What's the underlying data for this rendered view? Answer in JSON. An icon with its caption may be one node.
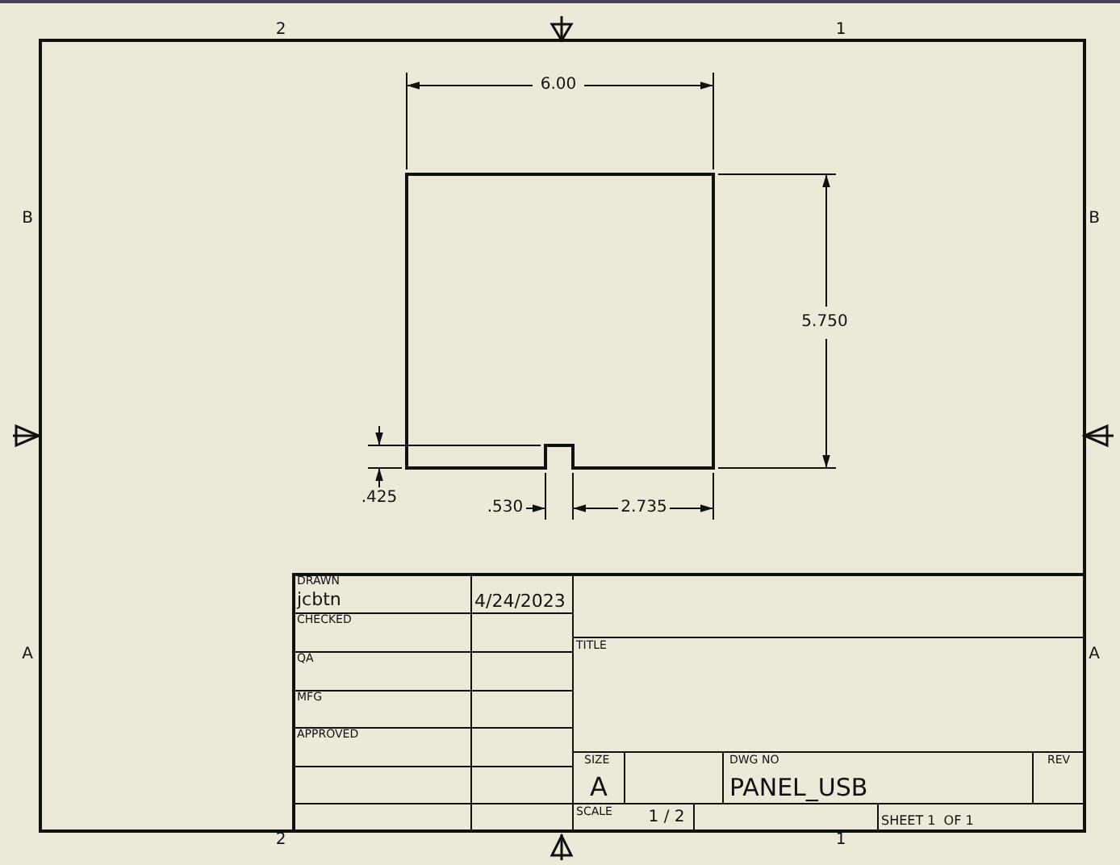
{
  "diagram": {
    "labels": [
      "2",
      "1",
      "6.00",
      "B",
      "B",
      "5.750",
      ".425",
      ".530",
      "2.735",
      "DRAWN",
      "jcbtn",
      "4/24/2023",
      "CHECKED",
      "A",
      "TITLE",
      "A",
      "QA",
      "MFG",
      "APPROVED",
      "SIZE",
      "DWG NO",
      "REV",
      "A",
      "PANEL_USB",
      "SCALE",
      "1 / 2",
      "SHEET 1  OF 1",
      "2",
      "1"
    ]
  }
}
